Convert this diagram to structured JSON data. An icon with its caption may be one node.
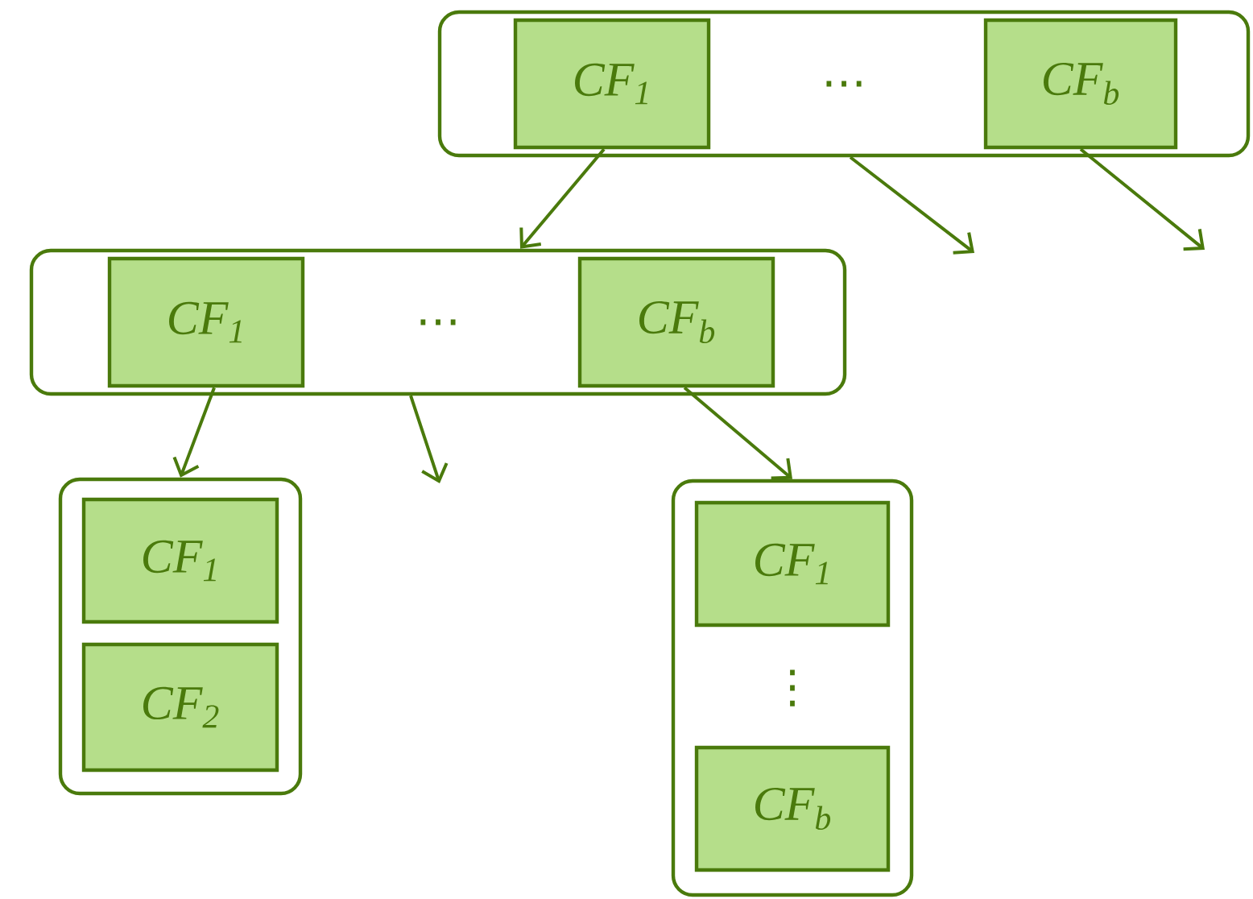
{
  "diagram": {
    "nodes": [
      {
        "text": [
          "…"
        ]
      },
      {
        "text": [
          "CF$_{1}$"
        ],
        "in": 0
      },
      {
        "text": [
          "CF$_{b}$"
        ],
        "in": 0
      },
      {
        "text": [
          "…"
        ]
      },
      {
        "text": [
          "CF$_{1}$"
        ],
        "in": 3
      },
      {
        "text": [
          "CF$_{b}$"
        ],
        "in": 3
      },
      {
        "text": [],
        "shape": "box"
      },
      {
        "text": [
          "CF$_{1}$"
        ],
        "in": 6
      },
      {
        "text": [
          "CF$_{2}$"
        ],
        "in": 6
      },
      {
        "text": [
          "⋮"
        ]
      },
      {
        "text": [
          "CF$_{1}$"
        ],
        "in": 9
      },
      {
        "text": [
          "CF$_{b}$"
        ],
        "in": 9
      }
    ],
    "edges": [
      {
        "from": 1,
        "to": 3,
        "arrow": "to"
      },
      {
        "from": 0,
        "to": null,
        "arrow": "to"
      },
      {
        "from": 2,
        "to": null,
        "arrow": "to"
      },
      {
        "from": 4,
        "to": 6,
        "arrow": "to"
      },
      {
        "from": 3,
        "to": null,
        "arrow": "to"
      },
      {
        "from": 5,
        "to": 9,
        "arrow": "to"
      }
    ]
  }
}
